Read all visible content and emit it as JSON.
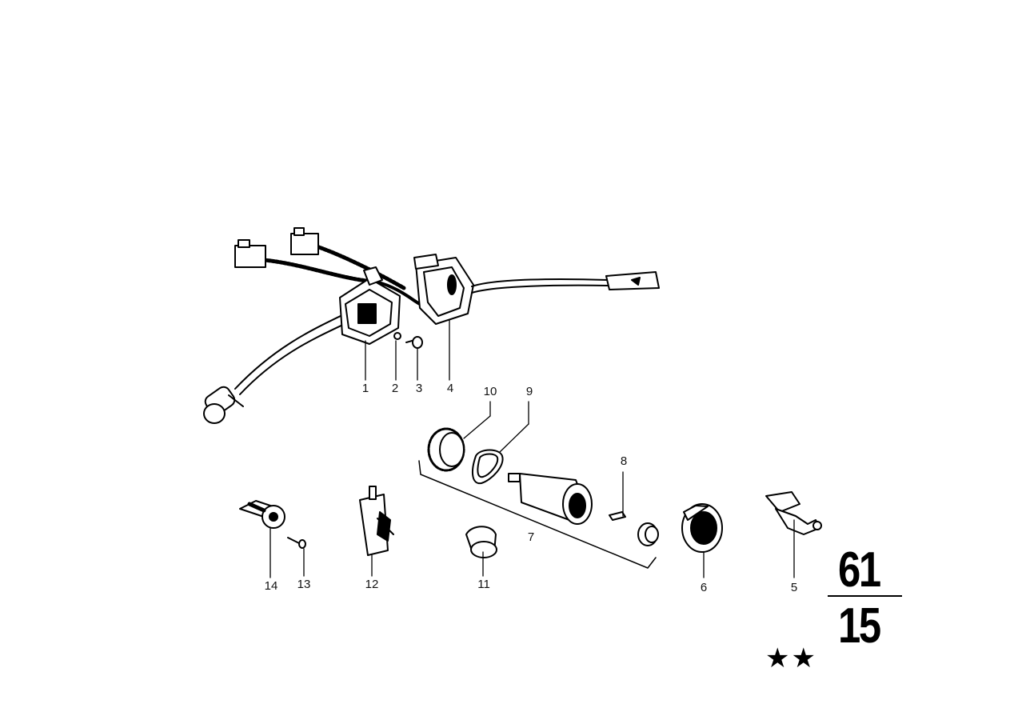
{
  "callouts": [
    "1",
    "2",
    "3",
    "4",
    "5",
    "6",
    "7",
    "8",
    "9",
    "10",
    "11",
    "12",
    "13",
    "14"
  ],
  "group": {
    "main": "61",
    "sub": "15"
  },
  "stars": "★★"
}
